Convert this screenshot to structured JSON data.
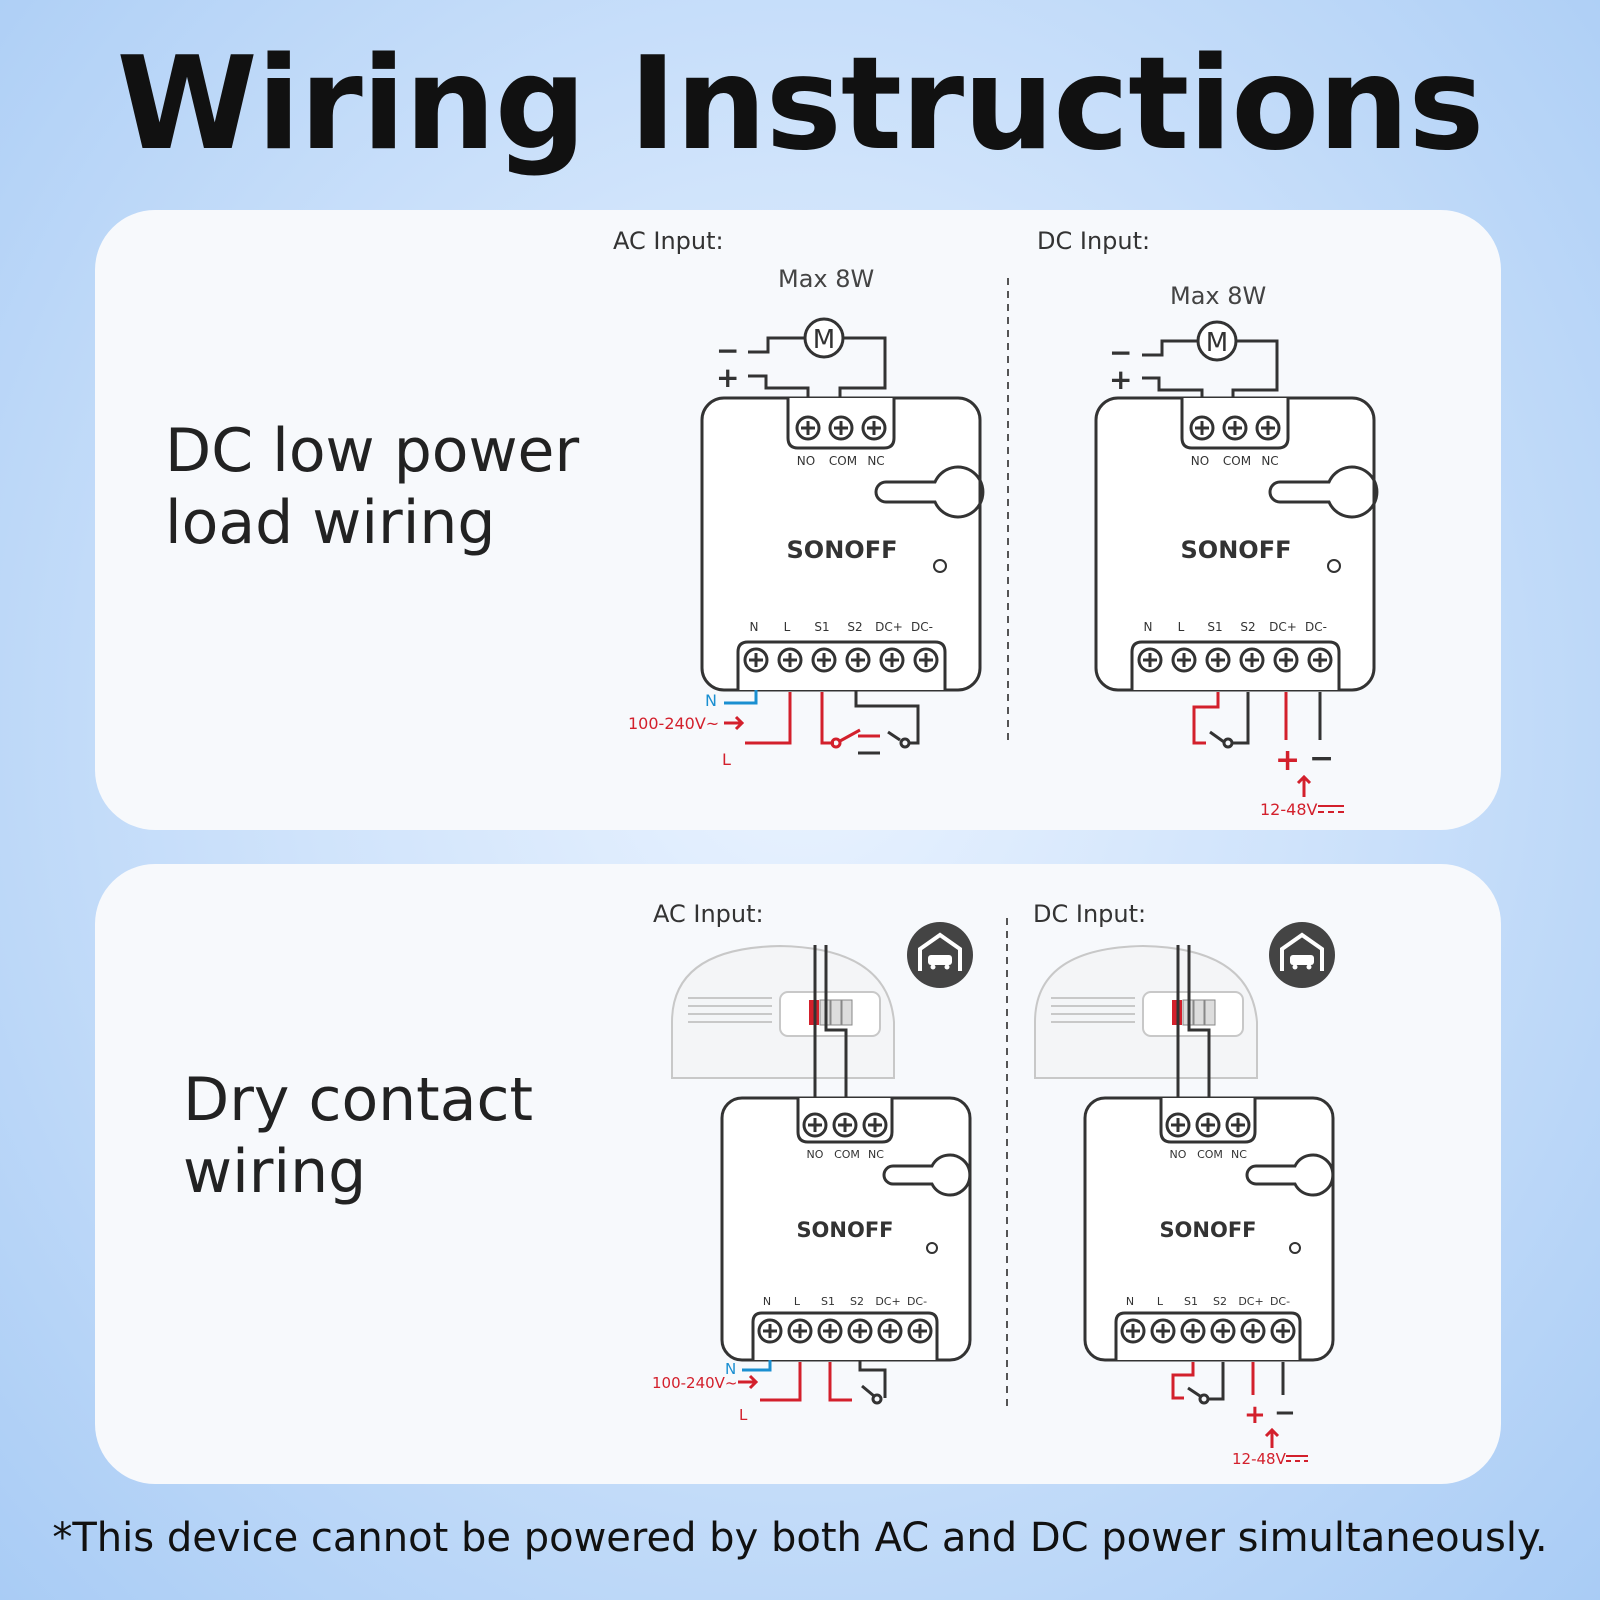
{
  "page_title": "Wiring Instructions",
  "footnote": "*This device cannot be powered by both AC and DC power simultaneously.",
  "device": {
    "brand": "SONOFF",
    "relay_terminals": [
      "NO",
      "COM",
      "NC"
    ],
    "power_terminals": [
      "N",
      "L",
      "S1",
      "S2",
      "DC+",
      "DC-"
    ]
  },
  "panel_low_power": {
    "title": "DC low power\nload wiring",
    "ac_label": "AC Input:",
    "dc_label": "DC Input:",
    "ac_load_label": "Max 8W",
    "dc_load_label": "Max 8W",
    "motor_symbol": "M",
    "ac_voltage": "100-240V~",
    "dc_voltage": "12-48V",
    "neutral_mark": "N",
    "line_mark": "L",
    "plus": "+",
    "minus": "−"
  },
  "panel_dry_contact": {
    "title": "Dry contact\nwiring",
    "ac_label": "AC Input:",
    "dc_label": "DC Input:",
    "ac_voltage": "100-240V~",
    "dc_voltage": "12-48V",
    "neutral_mark": "N",
    "line_mark": "L",
    "plus": "+",
    "minus": "−",
    "garage_icon": "garage-door-icon"
  },
  "colors": {
    "line_red": "#d3202c",
    "neutral_blue": "#1a8fd1",
    "device_stroke": "#333333"
  }
}
